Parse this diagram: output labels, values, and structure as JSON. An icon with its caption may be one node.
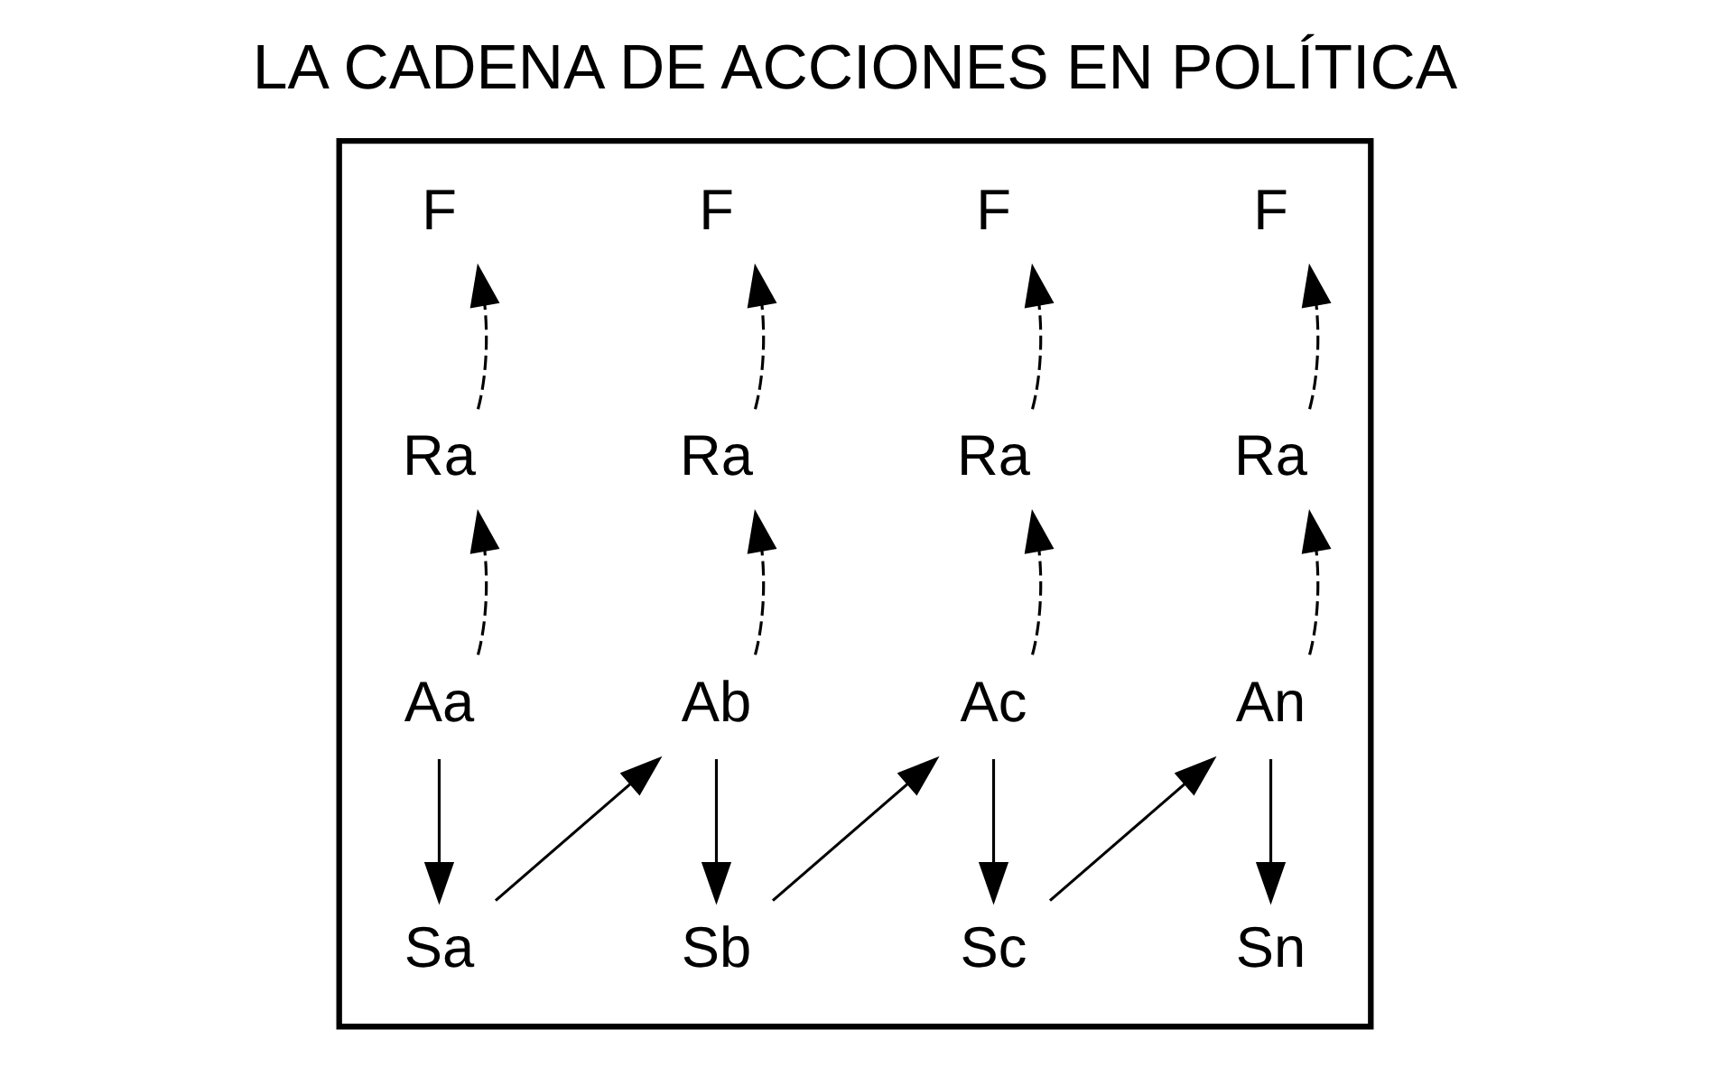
{
  "diagram": {
    "title": "LA CADENA DE ACCIONES EN POLÍTICA",
    "nodes": [
      {
        "text": [],
        "shape": "box"
      },
      {
        "text": [
          "F"
        ],
        "in": 0
      },
      {
        "text": [
          "F"
        ],
        "in": 0
      },
      {
        "text": [
          "F"
        ],
        "in": 0
      },
      {
        "text": [
          "F"
        ],
        "in": 0
      },
      {
        "text": [
          "Ra"
        ],
        "in": 0
      },
      {
        "text": [
          "Ra"
        ],
        "in": 0
      },
      {
        "text": [
          "Ra"
        ],
        "in": 0
      },
      {
        "text": [
          "Ra"
        ],
        "in": 0
      },
      {
        "text": [
          "Aa"
        ],
        "in": 0
      },
      {
        "text": [
          "Ab"
        ],
        "in": 0
      },
      {
        "text": [
          "Ac"
        ],
        "in": 0
      },
      {
        "text": [
          "An"
        ],
        "in": 0
      },
      {
        "text": [
          "Sa"
        ],
        "in": 0
      },
      {
        "text": [
          "Sb"
        ],
        "in": 0
      },
      {
        "text": [
          "Sc"
        ],
        "in": 0
      },
      {
        "text": [
          "Sn"
        ],
        "in": 0
      }
    ],
    "edges": [
      {
        "from": 9,
        "to": 13,
        "arrow": "to"
      },
      {
        "from": 13,
        "to": 10,
        "arrow": "to"
      },
      {
        "from": 10,
        "to": 14,
        "arrow": "to"
      },
      {
        "from": 14,
        "to": 11,
        "arrow": "to"
      },
      {
        "from": 11,
        "to": 15,
        "arrow": "to"
      },
      {
        "from": 15,
        "to": 12,
        "arrow": "to"
      },
      {
        "from": 12,
        "to": 16,
        "arrow": "to"
      },
      {
        "from": 9,
        "to": 5,
        "arrow": "to",
        "style": "dashed"
      },
      {
        "from": 5,
        "to": 1,
        "arrow": "to",
        "style": "dashed"
      },
      {
        "from": 10,
        "to": 6,
        "arrow": "to",
        "style": "dashed"
      },
      {
        "from": 6,
        "to": 2,
        "arrow": "to",
        "style": "dashed"
      },
      {
        "from": 11,
        "to": 7,
        "arrow": "to",
        "style": "dashed"
      },
      {
        "from": 7,
        "to": 3,
        "arrow": "to",
        "style": "dashed"
      },
      {
        "from": 12,
        "to": 8,
        "arrow": "to",
        "style": "dashed"
      },
      {
        "from": 8,
        "to": 4,
        "arrow": "to",
        "style": "dashed"
      }
    ]
  }
}
